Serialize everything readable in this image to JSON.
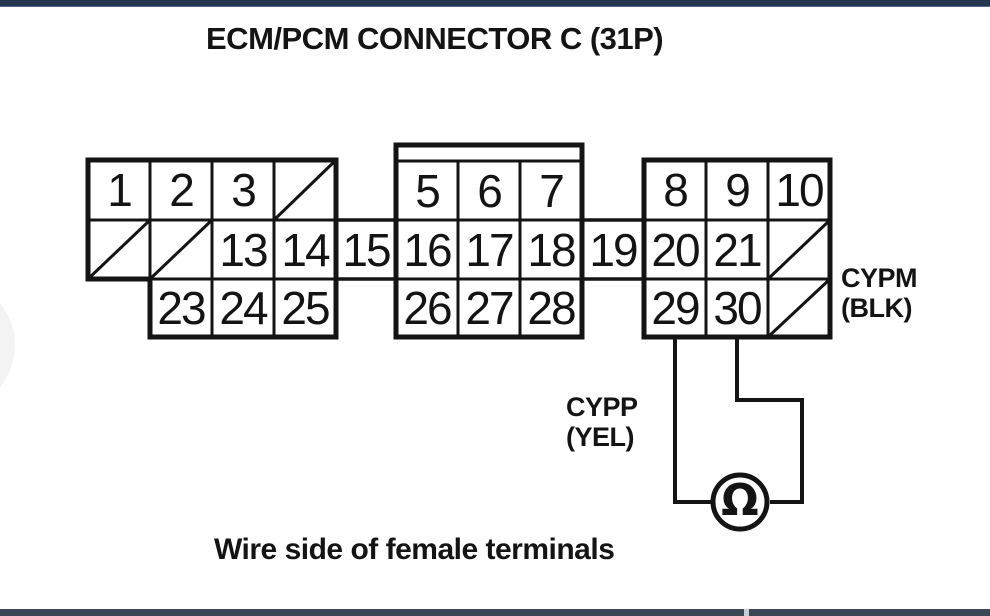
{
  "header": {
    "title": "ECM/PCM CONNECTOR C (31P)"
  },
  "footer": {
    "caption": "Wire side of female terminals"
  },
  "connector": {
    "terminals": {
      "1": "1",
      "2": "2",
      "3": "3",
      "5": "5",
      "6": "6",
      "7": "7",
      "8": "8",
      "9": "9",
      "10": "10",
      "13": "13",
      "14": "14",
      "15": "15",
      "16": "16",
      "17": "17",
      "18": "18",
      "19": "19",
      "20": "20",
      "21": "21",
      "23": "23",
      "24": "24",
      "25": "25",
      "26": "26",
      "27": "27",
      "28": "28",
      "29": "29",
      "30": "30"
    }
  },
  "wire_labels": {
    "cypm": {
      "name": "CYPM",
      "color_code": "(BLK)"
    },
    "cypp": {
      "name": "CYPP",
      "color_code": "(YEL)"
    }
  },
  "meter": {
    "symbol": "Ω"
  },
  "colors": {
    "ink": "#141414",
    "top_bar": "#243650",
    "bottom_bar": "#3d4654"
  }
}
